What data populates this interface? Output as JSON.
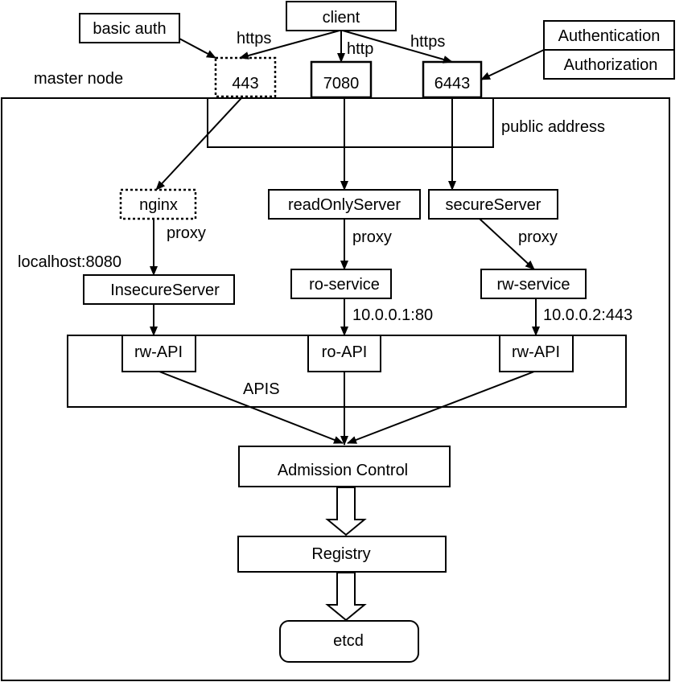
{
  "nodes": {
    "client": "client",
    "basic_auth": "basic auth",
    "authentication": "Authentication",
    "authorization": "Authorization",
    "port_443": "443",
    "port_7080": "7080",
    "port_6443": "6443",
    "nginx": "nginx",
    "read_only_server": "readOnlyServer",
    "secure_server": "secureServer",
    "insecure_server": "InsecureServer",
    "ro_service": "ro-service",
    "rw_service": "rw-service",
    "rw_api_left": "rw-API",
    "ro_api": "ro-API",
    "rw_api_right": "rw-API",
    "admission_control": "Admission Control",
    "registry": "Registry",
    "etcd": "etcd"
  },
  "labels": {
    "https_left": "https",
    "http": "http",
    "https_right": "https",
    "master_node": "master node",
    "public_address": "public address",
    "proxy_left": "proxy",
    "proxy_middle": "proxy",
    "proxy_right": "proxy",
    "localhost": "localhost:8080",
    "ro_addr": "10.0.0.1:80",
    "rw_addr": "10.0.0.2:443",
    "apis": "APIS"
  }
}
